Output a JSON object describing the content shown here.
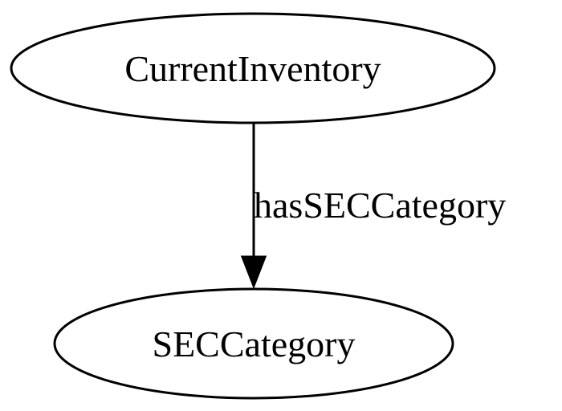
{
  "diagram": {
    "nodes": [
      {
        "id": "current-inventory",
        "label": "CurrentInventory"
      },
      {
        "id": "sec-category",
        "label": "SECCategory"
      }
    ],
    "edges": [
      {
        "from": "current-inventory",
        "to": "sec-category",
        "label": "hasSECCategory"
      }
    ]
  }
}
